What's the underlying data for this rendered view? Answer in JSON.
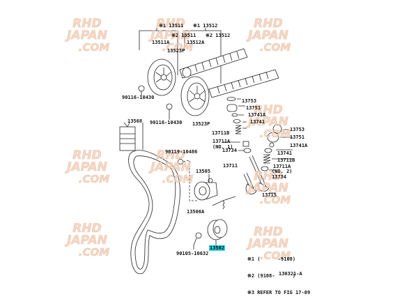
{
  "watermark": {
    "line1": "RHD",
    "line2": "JAPAN",
    "line3": ".COM"
  },
  "labels": {
    "p13511_1": "※1 13511",
    "p13512_1": "※1 13512",
    "p13511_2": "※2 13511",
    "p13512_2": "※2 13512",
    "p13511A": "13511A",
    "p13512A": "13512A",
    "p13523P_a": "13523P",
    "p13523P_b": "13523P",
    "bolt_10430_a": "90116-10430",
    "bolt_10430_b": "90116-10430",
    "p13568": "13568",
    "bolt_10486": "90119-10486",
    "p13505": "13505",
    "p13506A": "13506A",
    "bolt_10632": "90105-10632",
    "p13502": "13502",
    "p13753_a": "13753",
    "p13751_a": "13751",
    "p13741A_a": "13741A",
    "p13741_a": "13741",
    "p13711B_a": "13711B",
    "p13711A_no1": "13711A",
    "no1": "(NO. 1)",
    "p13734_a": "13734",
    "p13711": "13711",
    "p13753_b": "13753",
    "p13751_b": "13751",
    "p13741A_b": "13741A",
    "p13741_b": "13741",
    "p13711B_b": "13711B",
    "p13711A_no2": "13711A",
    "no2": "(NO. 2)",
    "p13734_b": "13734",
    "p13715": "13715",
    "figure_code": "130321-A"
  },
  "legend": [
    "※1 (      -9108)",
    "※2 (9108-      )",
    "※3 REFER TO FIG 17-09"
  ],
  "colors": {
    "highlight": "#22d3e6",
    "watermark": "#f3d2bd",
    "line": "#222222"
  }
}
